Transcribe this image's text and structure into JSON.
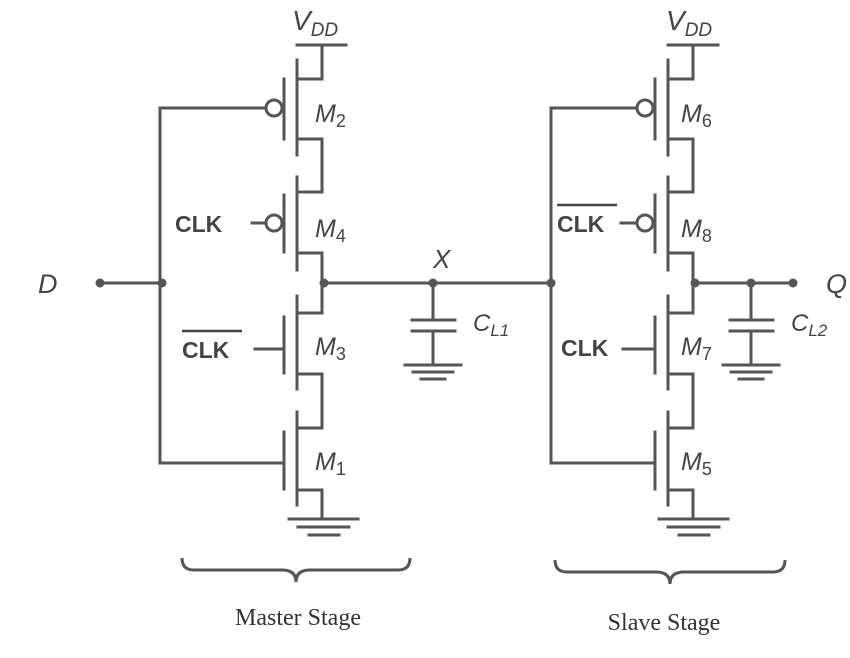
{
  "labels": {
    "vdd_main": "V",
    "vdd_sub": "DD",
    "input_d": "D",
    "output_q": "Q",
    "node_x": "X",
    "m_prefix": "M",
    "m1": "1",
    "m2": "2",
    "m3": "3",
    "m4": "4",
    "m5": "5",
    "m6": "6",
    "m7": "7",
    "m8": "8",
    "c_prefix": "C",
    "cl1_sub": "L1",
    "cl2_sub": "L2",
    "clk": "CLK",
    "master_stage": "Master Stage",
    "slave_stage": "Slave Stage"
  },
  "colors": {
    "wire": "#555555",
    "text": "#444444",
    "background": "#ffffff"
  }
}
